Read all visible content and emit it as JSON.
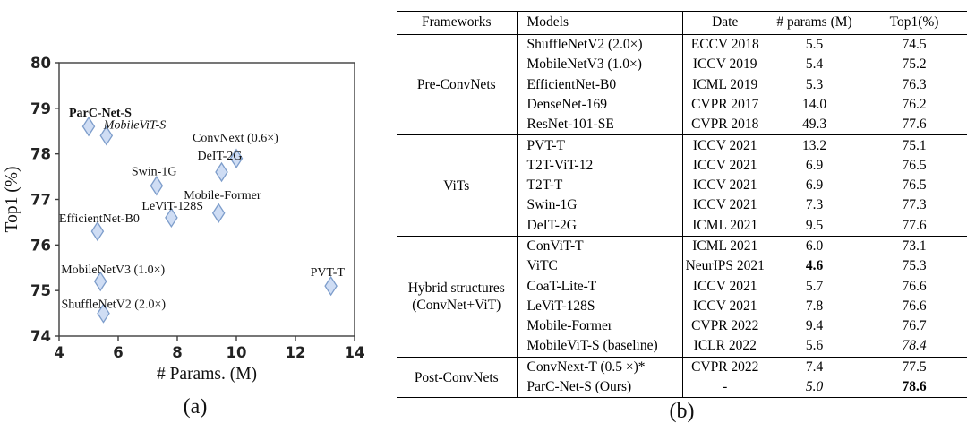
{
  "figure": {
    "caption_a": "(a)",
    "caption_b": "(b)"
  },
  "chart_data": {
    "type": "scatter",
    "title": "",
    "xlabel": "# Params. (M)",
    "ylabel": "Top1 (%)",
    "xlim": [
      4,
      14
    ],
    "ylim": [
      74,
      80
    ],
    "xticks": [
      4,
      6,
      8,
      10,
      12,
      14
    ],
    "yticks": [
      74,
      75,
      76,
      77,
      78,
      79,
      80
    ],
    "grid": false,
    "legend": "none",
    "marker": {
      "shape": "diamond",
      "fill": "#cfddf4",
      "stroke": "#7d9dcb"
    },
    "points": [
      {
        "label": "ParC-Net-S",
        "x": 5.0,
        "y": 78.6,
        "bold": true,
        "italic": false,
        "label_dx": -22,
        "label_dy": -11
      },
      {
        "label": "MobileViT-S",
        "x": 5.6,
        "y": 78.4,
        "bold": false,
        "italic": true,
        "label_dx": -3,
        "label_dy": -8
      },
      {
        "label": "ConvNext (0.6×)",
        "x": 10.0,
        "y": 77.9,
        "bold": false,
        "italic": false,
        "label_dx": -49,
        "label_dy": -19
      },
      {
        "label": "DeIT-2G",
        "x": 9.5,
        "y": 77.6,
        "bold": false,
        "italic": false,
        "label_dx": -27,
        "label_dy": -14
      },
      {
        "label": "Swin-1G",
        "x": 7.3,
        "y": 77.3,
        "bold": false,
        "italic": false,
        "label_dx": -28,
        "label_dy": -12
      },
      {
        "label": "Mobile-Former",
        "x": 9.4,
        "y": 76.7,
        "bold": false,
        "italic": false,
        "label_dx": -39,
        "label_dy": -16
      },
      {
        "label": "LeViT-128S",
        "x": 7.8,
        "y": 76.6,
        "bold": false,
        "italic": false,
        "label_dx": -33,
        "label_dy": -9
      },
      {
        "label": "EfficientNet-B0",
        "x": 5.3,
        "y": 76.3,
        "bold": false,
        "italic": false,
        "label_dx": -43,
        "label_dy": -10
      },
      {
        "label": "MobileNetV3 (1.0×)",
        "x": 5.4,
        "y": 75.2,
        "bold": false,
        "italic": false,
        "label_dx": -44,
        "label_dy": -9
      },
      {
        "label": "ShuffleNetV2 (2.0×)",
        "x": 5.5,
        "y": 74.5,
        "bold": false,
        "italic": false,
        "label_dx": -47,
        "label_dy": -6
      },
      {
        "label": "PVT-T",
        "x": 13.2,
        "y": 75.1,
        "bold": false,
        "italic": false,
        "label_dx": -23,
        "label_dy": -11
      }
    ]
  },
  "table": {
    "columns": [
      "Frameworks",
      "Models",
      "Date",
      "# params (M)",
      "Top1(%)"
    ],
    "sections": [
      {
        "framework": "Pre-ConvNets",
        "rows": [
          {
            "model": "ShuffleNetV2 (2.0×)",
            "date": "ECCV 2018",
            "params": "5.5",
            "top1": "74.5"
          },
          {
            "model": "MobileNetV3 (1.0×)",
            "date": "ICCV 2019",
            "params": "5.4",
            "top1": "75.2"
          },
          {
            "model": "EfficientNet-B0",
            "date": "ICML 2019",
            "params": "5.3",
            "top1": "76.3"
          },
          {
            "model": "DenseNet-169",
            "date": "CVPR 2017",
            "params": "14.0",
            "top1": "76.2"
          },
          {
            "model": "ResNet-101-SE",
            "date": "CVPR 2018",
            "params": "49.3",
            "top1": "77.6"
          }
        ]
      },
      {
        "framework": "ViTs",
        "rows": [
          {
            "model": "PVT-T",
            "date": "ICCV 2021",
            "params": "13.2",
            "top1": "75.1"
          },
          {
            "model": "T2T-ViT-12",
            "date": "ICCV 2021",
            "params": "6.9",
            "top1": "76.5"
          },
          {
            "model": "T2T-T",
            "date": "ICCV 2021",
            "params": "6.9",
            "top1": "76.5"
          },
          {
            "model": "Swin-1G",
            "date": "ICCV 2021",
            "params": "7.3",
            "top1": "77.3"
          },
          {
            "model": "DeIT-2G",
            "date": "ICML 2021",
            "params": "9.5",
            "top1": "77.6"
          }
        ]
      },
      {
        "framework": "Hybrid structures\n(ConvNet+ViT)",
        "rows": [
          {
            "model": "ConViT-T",
            "date": "ICML 2021",
            "params": "6.0",
            "top1": "73.1"
          },
          {
            "model": "ViTC",
            "date": "NeurIPS 2021",
            "params": "4.6",
            "params_style": "bold",
            "top1": "75.3"
          },
          {
            "model": "CoaT-Lite-T",
            "date": "ICCV 2021",
            "params": "5.7",
            "top1": "76.6"
          },
          {
            "model": "LeViT-128S",
            "date": "ICCV 2021",
            "params": "7.8",
            "top1": "76.6"
          },
          {
            "model": "Mobile-Former",
            "date": "CVPR 2022",
            "params": "9.4",
            "top1": "76.7"
          },
          {
            "model": "MobileViT-S (baseline)",
            "date": "ICLR 2022",
            "params": "5.6",
            "top1": "78.4",
            "top1_style": "italic"
          }
        ]
      },
      {
        "framework": "Post-ConvNets",
        "rows": [
          {
            "model": "ConvNext-T (0.5 ×)*",
            "date": "CVPR 2022",
            "params": "7.4",
            "top1": "77.5"
          },
          {
            "model": "ParC-Net-S  (Ours)",
            "date": "-",
            "params": "5.0",
            "params_style": "italic",
            "top1": "78.6",
            "top1_style": "bold"
          }
        ]
      }
    ]
  }
}
